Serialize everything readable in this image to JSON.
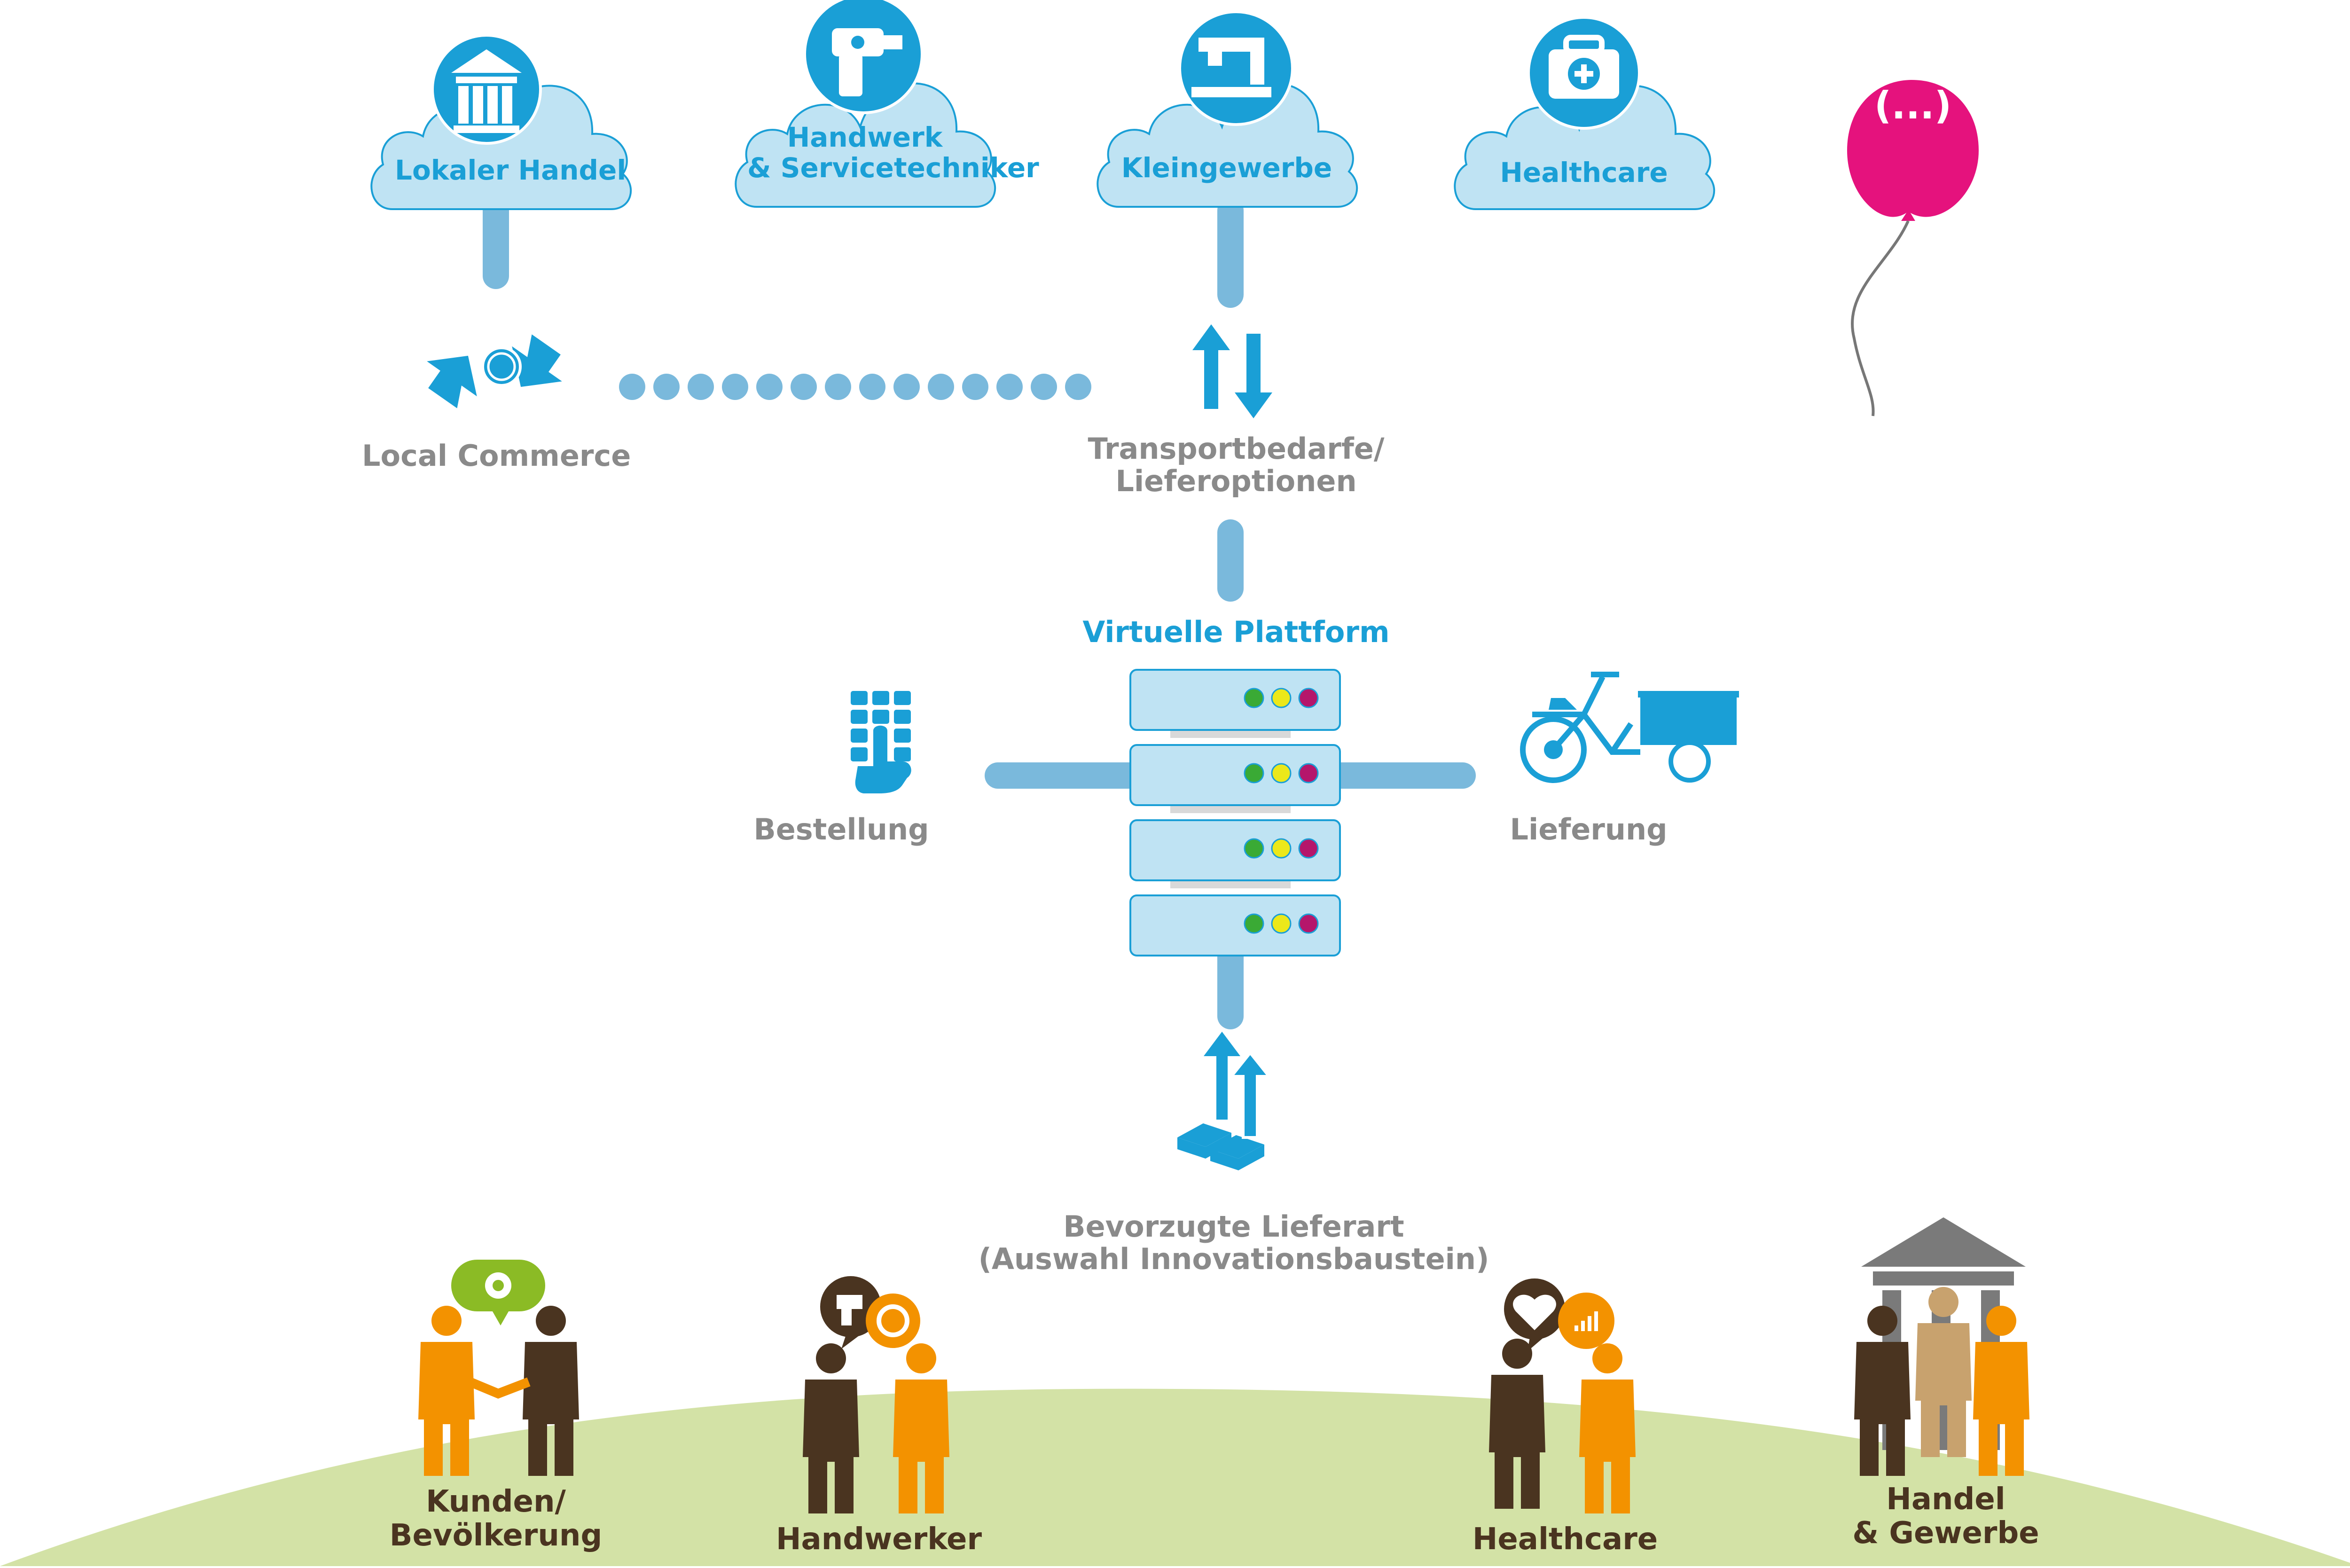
{
  "clouds": [
    {
      "label": "Lokaler Handel",
      "icon": "bank-icon"
    },
    {
      "label": "Handwerk\n& Servicetechniker",
      "icon": "drill-icon"
    },
    {
      "label": "Kleingewerbe",
      "icon": "sewing-machine-icon"
    },
    {
      "label": "Healthcare",
      "icon": "medical-kit-icon"
    }
  ],
  "balloon": {
    "text": "(...)",
    "color": "#e5127d"
  },
  "flow": {
    "local_commerce": "Local Commerce",
    "transport": "Transportbedarfe/\nLieferoptionen",
    "platform": "Virtuelle Plattform",
    "order": "Bestellung",
    "delivery": "Lieferung",
    "preferred": "Bevorzugte Lieferart\n(Auswahl Innovationsbaustein)"
  },
  "groups": [
    {
      "label": "Kunden/\nBevölkerung"
    },
    {
      "label": "Handwerker"
    },
    {
      "label": "Healthcare"
    },
    {
      "label": "Handel\n& Gewerbe"
    }
  ],
  "colors": {
    "accent_blue": "#1a9fd6",
    "cloud_fill": "#bfe3f3",
    "connector": "#7ab9dc",
    "grey_text": "#8a8a8a",
    "hill": "#d3e2a6",
    "person_orange": "#f39200",
    "person_brown": "#4a3420",
    "person_tan": "#c8a26e",
    "bubble_green": "#8bbb25",
    "building_grey": "#7a7a7a",
    "led_green": "#3aaa35",
    "led_yellow": "#ece81a",
    "led_magenta": "#b5166b"
  }
}
